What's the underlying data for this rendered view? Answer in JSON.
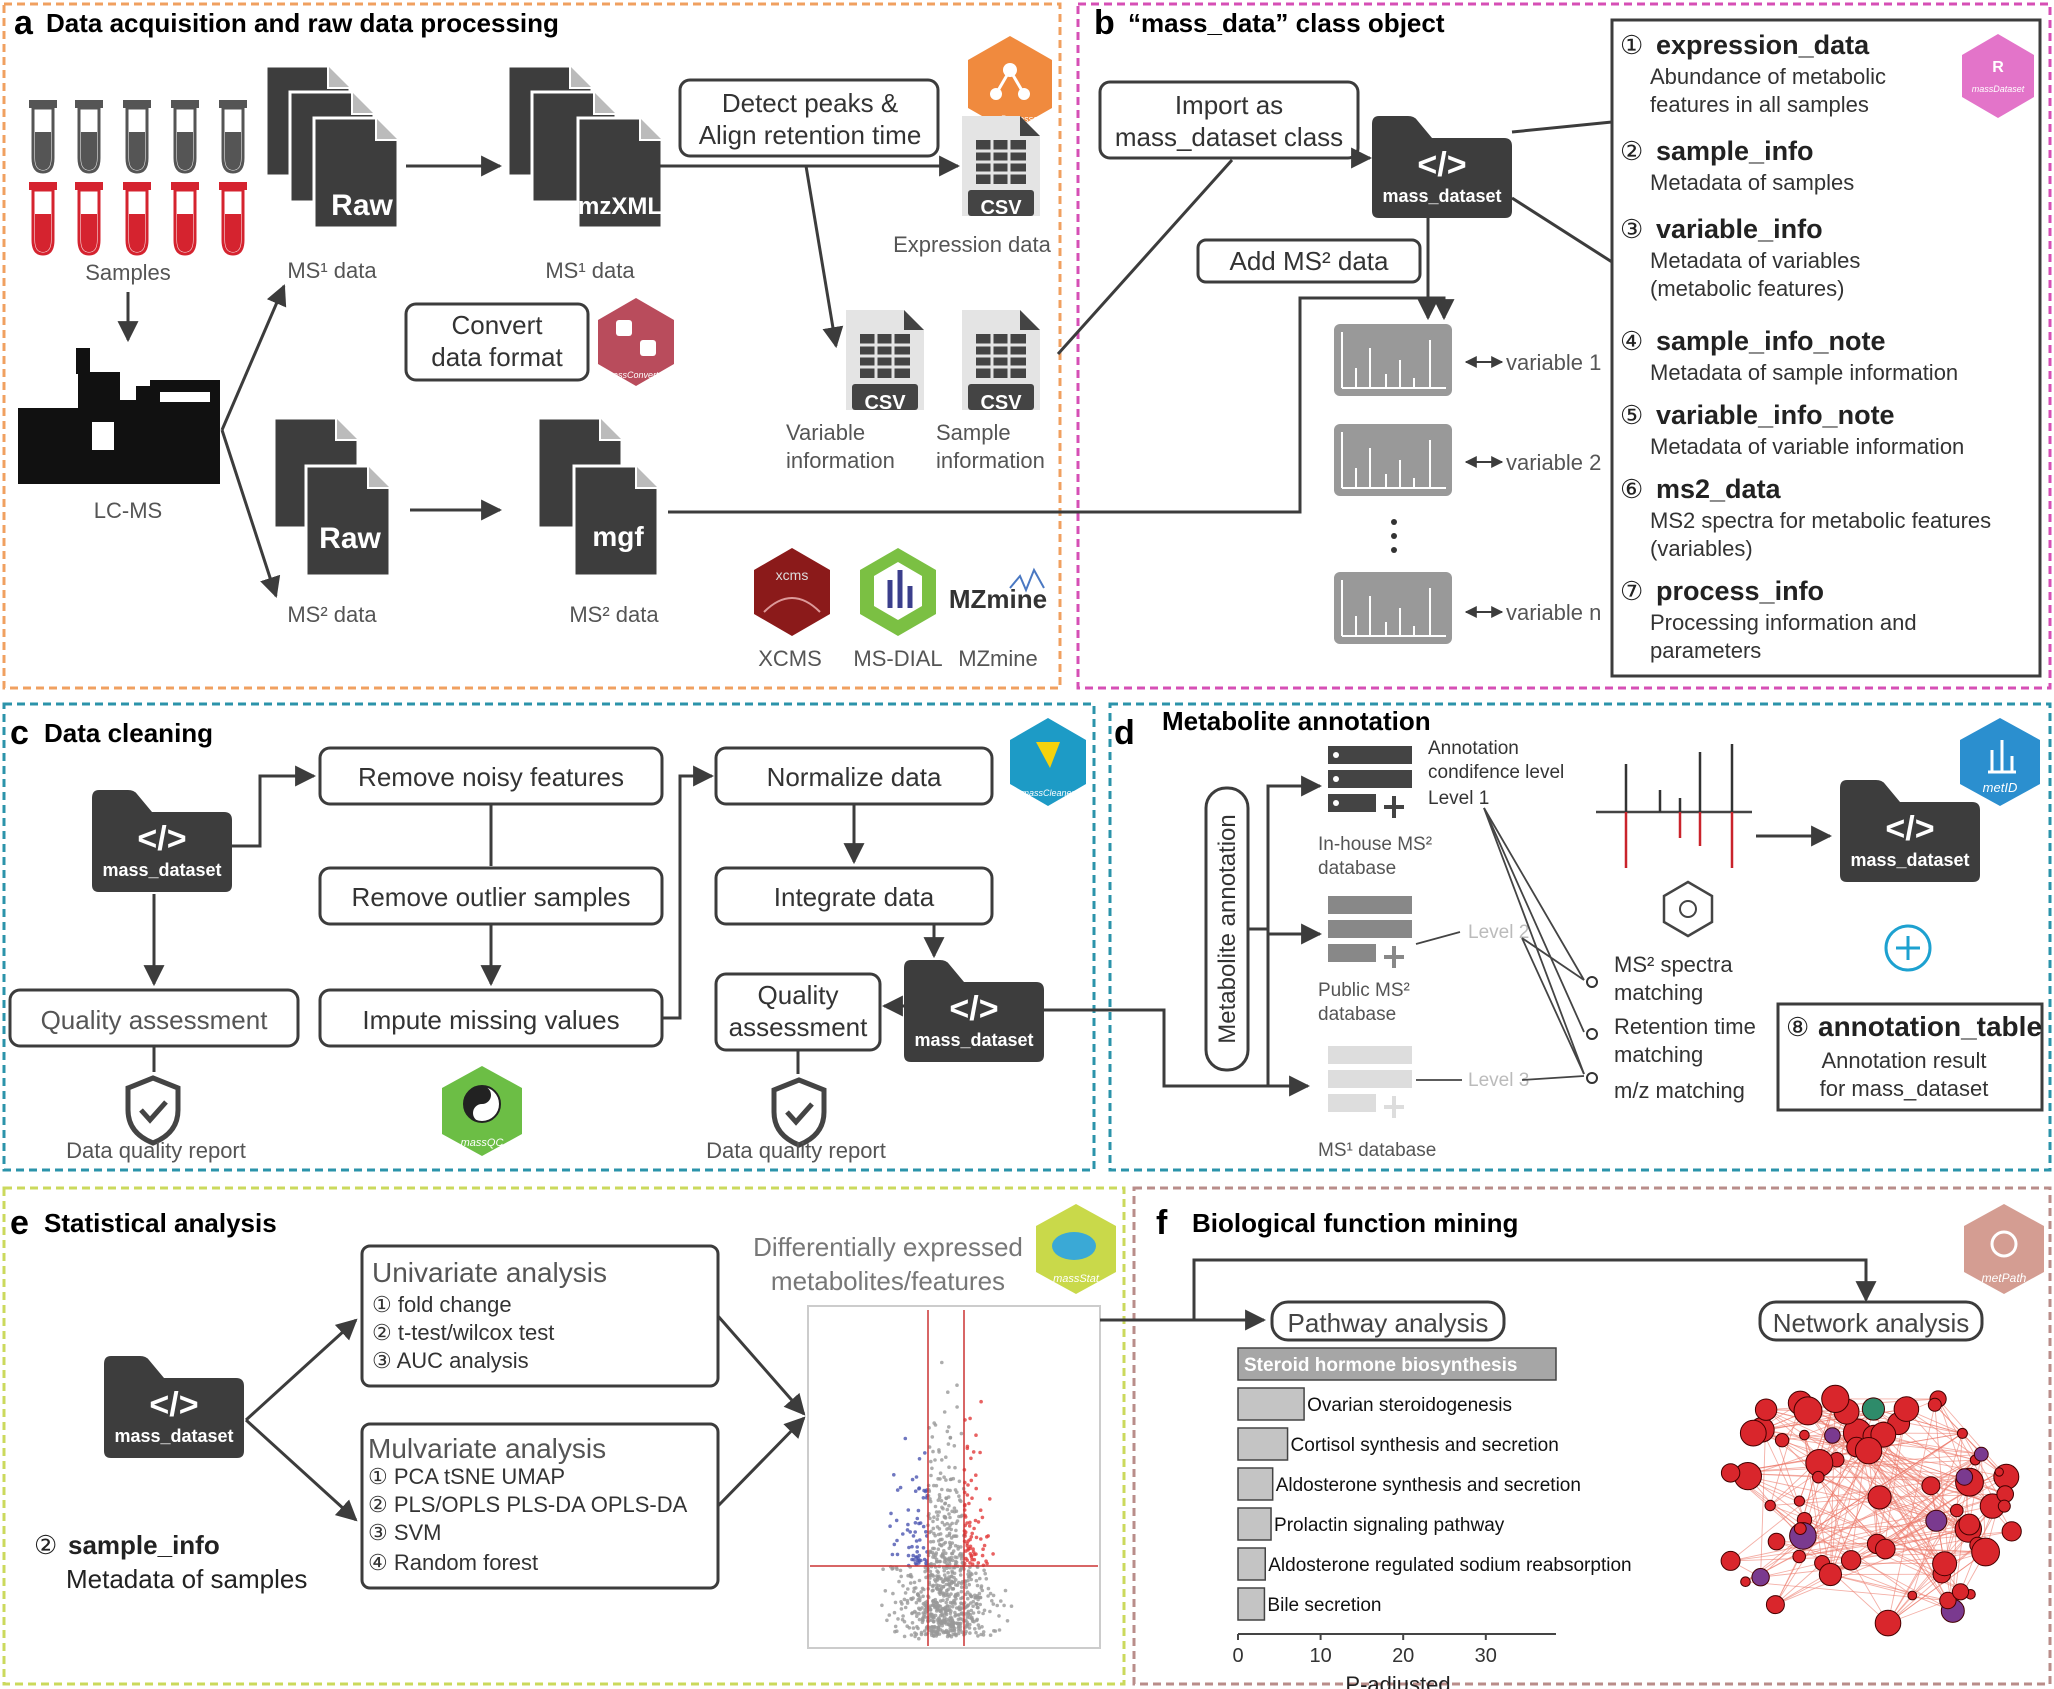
{
  "panels": {
    "a": {
      "letter": "a",
      "title": "Data acquisition and raw data processing",
      "samples": "Samples",
      "lcms": "LC-MS",
      "ms1_data": "MS¹ data",
      "ms1_data2": "MS¹ data",
      "ms2_data": "MS² data",
      "ms2_data2": "MS² data",
      "raw": "Raw",
      "mzxml": "mzXML",
      "mgf": "mgf",
      "detect_line1": "Detect peaks &",
      "detect_line2": "Align retention time",
      "convert_line1": "Convert",
      "convert_line2": "data format",
      "csv": "CSV",
      "expression_data": "Expression data",
      "variable_info_line1": "Variable",
      "variable_info_line2": "information",
      "sample_info_line1": "Sample",
      "sample_info_line2": "information",
      "xcms": "XCMS",
      "msdial": "MS-DIAL",
      "mzmine": "MZmine",
      "mzmine_logo": "MZmine",
      "massprocesser": "massProcesser",
      "massconverter": "massConverter",
      "xcms_logo": "xcms"
    },
    "b": {
      "letter": "b",
      "title": "“mass_data” class object",
      "import_line1": "Import as",
      "import_line2": "mass_dataset class",
      "add_ms2": "Add MS² data",
      "mass_dataset": "mass_dataset",
      "variable1": "variable 1",
      "variable2": "variable 2",
      "variablen": "variable n",
      "massdataset_logo": "massDataset",
      "slots": [
        {
          "num": "①",
          "name": "expression_data",
          "desc": [
            "Abundance of metabolic",
            "features in all samples"
          ]
        },
        {
          "num": "②",
          "name": "sample_info",
          "desc": [
            "Metadata of samples"
          ]
        },
        {
          "num": "③",
          "name": "variable_info",
          "desc": [
            "Metadata of variables",
            "(metabolic features)"
          ]
        },
        {
          "num": "④",
          "name": "sample_info_note",
          "desc": [
            "Metadata of sample information"
          ]
        },
        {
          "num": "⑤",
          "name": "variable_info_note",
          "desc": [
            "Metadata of variable information"
          ]
        },
        {
          "num": "⑥",
          "name": "ms2_data",
          "desc": [
            "MS2 spectra for metabolic features",
            "(variables)"
          ]
        },
        {
          "num": "⑦",
          "name": "process_info",
          "desc": [
            "Processing information and",
            "parameters"
          ]
        }
      ]
    },
    "c": {
      "letter": "c",
      "title": "Data cleaning",
      "mass_dataset": "mass_dataset",
      "quality_assessment": "Quality assessment",
      "remove_noisy": "Remove noisy features",
      "remove_outlier": "Remove outlier samples",
      "impute": "Impute missing values",
      "normalize": "Normalize data",
      "integrate": "Integrate data",
      "quality_line1": "Quality",
      "quality_line2": "assessment",
      "report1": "Data quality report",
      "report2": "Data quality report",
      "masscleaner": "massCleaner",
      "massqc": "massQC"
    },
    "d": {
      "letter": "d",
      "title": "Metabolite annotation",
      "vertical": "Metabolite annotation",
      "confidence_line1": "Annotation",
      "confidence_line2": "condifence level",
      "level1": "Level 1",
      "level2": "Level 2",
      "level3": "Level 3",
      "inhouse_line1": "In-house MS²",
      "inhouse_line2": "database",
      "public_line1": "Public MS²",
      "public_line2": "database",
      "ms1_db": "MS¹ database",
      "ms2_match_line1": "MS² spectra",
      "ms2_match_line2": "matching",
      "rt_line1": "Retention time",
      "rt_line2": "matching",
      "mz": "m/z matching",
      "mass_dataset": "mass_dataset",
      "metid": "metID",
      "slot_num": "⑧",
      "slot_name": "annotation_table",
      "slot_desc1": "Annotation result",
      "slot_desc2": "for mass_dataset"
    },
    "e": {
      "letter": "e",
      "title": "Statistical analysis",
      "mass_dataset": "mass_dataset",
      "univariate": "Univariate analysis",
      "uni_items": [
        "① fold change",
        "② t-test/wilcox test",
        "③ AUC analysis"
      ],
      "multivariate": "Mulvariate analysis",
      "multi_items": [
        "① PCA tSNE UMAP",
        "② PLS/OPLS PLS-DA OPLS-DA",
        "③ SVM",
        "④ Random forest"
      ],
      "de_line1": "Differentially expressed",
      "de_line2": "metabolites/features",
      "sample_num": "②",
      "sample_name": "sample_info",
      "sample_desc": "Metadata of samples",
      "massstat": "massStat"
    },
    "f": {
      "letter": "f",
      "title": "Biological function mining",
      "pathway": "Pathway analysis",
      "network": "Network analysis",
      "metpath": "metPath"
    }
  },
  "chart_data": {
    "type": "bar",
    "orientation": "horizontal",
    "categories": [
      "Steroid hormone biosynthesis",
      "Ovarian steroidogenesis",
      "Cortisol synthesis and secretion",
      "Aldosterone synthesis and secretion",
      "Prolactin signaling pathway",
      "Aldosterone regulated sodium reabsorption",
      "Bile secretion"
    ],
    "values": [
      38.5,
      8.0,
      6.0,
      4.2,
      4.0,
      3.3,
      3.2
    ],
    "xlabel": "P-adjusted",
    "xticks": [
      0,
      10,
      20,
      30
    ],
    "xlim": [
      0,
      38.5
    ],
    "colors": {
      "highlight": "#a6a6a6",
      "bar": "#c4c4c4",
      "border": "#444444"
    }
  },
  "colors": {
    "a": "#f0a060",
    "b": "#d64fb5",
    "c": "#2b93aa",
    "d": "#2b93aa",
    "e": "#cbd95c",
    "f": "#b98d8a",
    "dark": "#3c3c3c"
  }
}
